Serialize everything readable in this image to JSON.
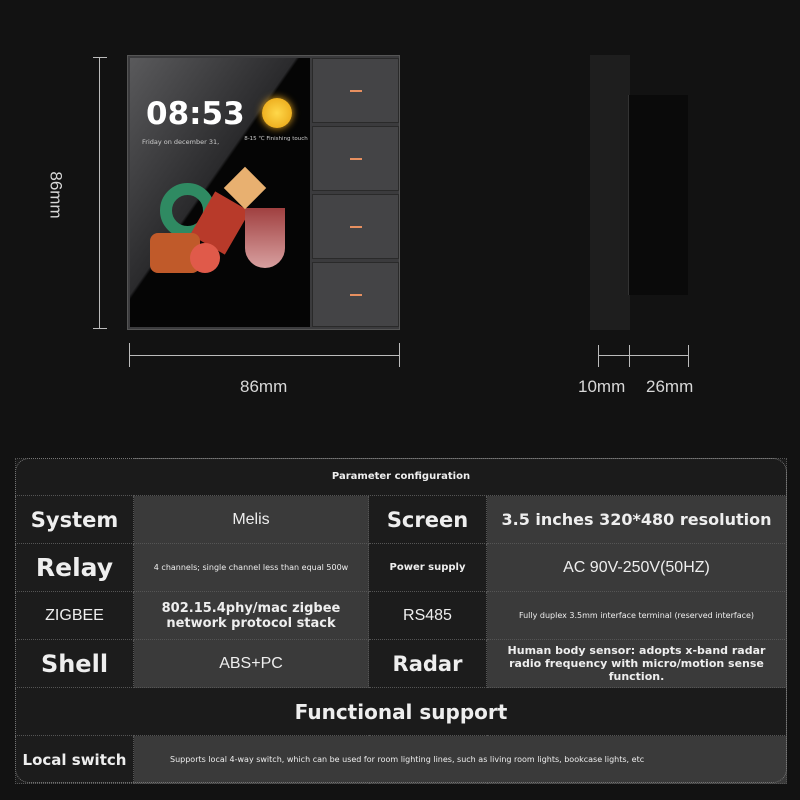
{
  "device": {
    "time": "08:53",
    "date": "Friday on december 31,",
    "weather": "8-15 ℃ Finishing touch",
    "buttons": 4
  },
  "dimensions": {
    "height": "86mm",
    "width": "86mm",
    "depth_front": "10mm",
    "depth_back": "26mm"
  },
  "table": {
    "header": "Parameter configuration",
    "rows": [
      {
        "k1": "System",
        "v1": "Melis",
        "k2": "Screen",
        "v2": "3.5 inches 320*480 resolution"
      },
      {
        "k1": "Relay",
        "v1": "4 channels; single channel less than equal 500w",
        "k2": "Power supply",
        "v2": "AC 90V-250V(50HZ)"
      },
      {
        "k1": "ZIGBEE",
        "v1": "802.15.4phy/mac zigbee network protocol stack",
        "k2": "RS485",
        "v2": "Fully duplex 3.5mm interface terminal (reserved interface)"
      },
      {
        "k1": "Shell",
        "v1": "ABS+PC",
        "k2": "Radar",
        "v2": "Human body sensor: adopts x-band radar radio frequency with micro/motion sense function."
      }
    ],
    "functional": "Functional support",
    "local_switch": {
      "k": "Local switch",
      "v": "Supports local 4-way switch, which can be used for room lighting lines, such as living room lights, bookcase lights, etc"
    }
  }
}
